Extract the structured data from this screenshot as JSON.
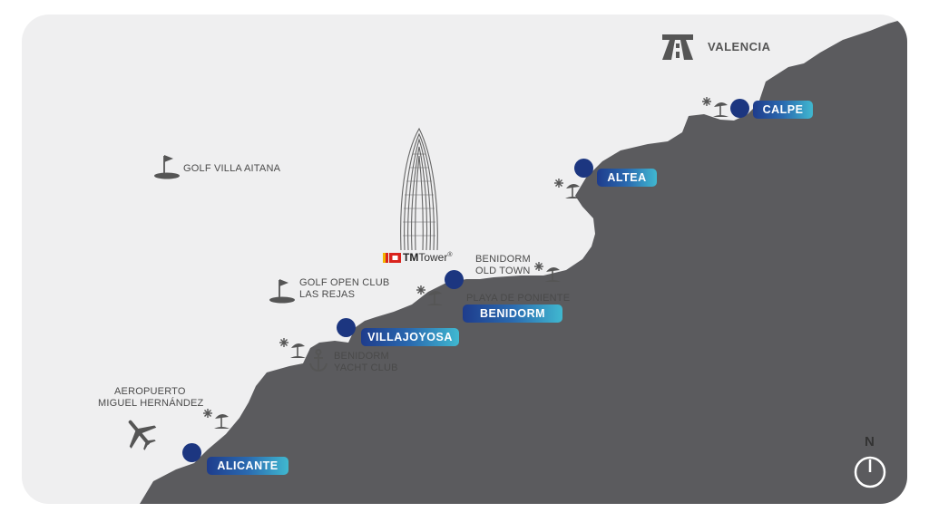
{
  "map": {
    "highway": {
      "label": "VALENCIA",
      "icon": "highway-icon"
    },
    "cities": [
      {
        "name": "CALPE"
      },
      {
        "name": "ALTEA"
      },
      {
        "name": "BENIDORM"
      },
      {
        "name": "VILLAJOYOSA"
      },
      {
        "name": "ALICANTE"
      }
    ],
    "places": {
      "golf_villa_aitana": "GOLF VILLA AITANA",
      "golf_open_club_1": "GOLF OPEN CLUB",
      "golf_open_club_2": "LAS REJAS",
      "benidorm_old_town_1": "BENIDORM",
      "benidorm_old_town_2": "OLD TOWN",
      "playa_de_poniente": "PLAYA DE PONIENTE",
      "yacht_club_1": "BENIDORM",
      "yacht_club_2": "YACHT CLUB",
      "airport_1": "AEROPUERTO",
      "airport_2": "MIGUEL HERNÁNDEZ"
    },
    "tower": {
      "brand_bold": "TM",
      "brand_rest": "Tower",
      "mark": "®"
    },
    "compass": {
      "letter": "N"
    },
    "colors": {
      "land": "#efeff0",
      "sea": "#5b5b5e",
      "dot": "#1c3680",
      "pill_start": "#1e3c8c",
      "pill_end": "#40b8d0",
      "icon": "#555555"
    }
  }
}
